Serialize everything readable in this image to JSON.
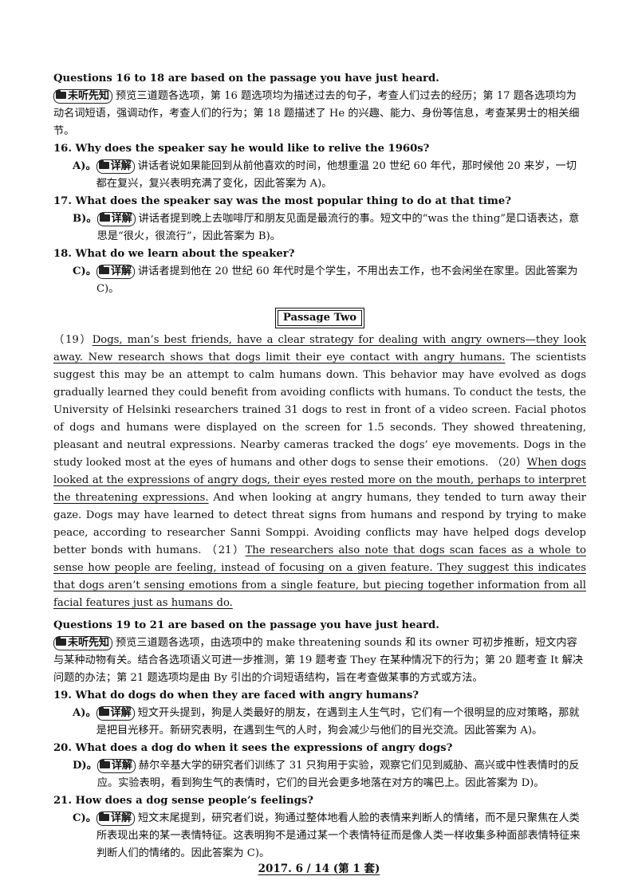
{
  "section1": {
    "heading": "Questions 16 to 18 are based on the passage you have just heard.",
    "preview_tag": "未听先知",
    "preview_text": "预览三道题各选项，第 16 题选项均为描述过去的句子，考查人们过去的经历；第 17 题各选项均为动名词短语，强调动作，考查人们的行为；第 18 题描述了 He 的兴趣、能力、身份等信息，考查某男士的相关细节。",
    "questions": [
      {
        "q": "16.  Why does the speaker say he would like to relive the 1960s?",
        "letter": "A)。",
        "tag": "详解",
        "text": "讲话者说如果能回到从前他喜欢的时间，他想重温 20 世纪 60 年代，那时候他 20 来岁，一切都在复兴，复兴表明充满了变化，因此答案为 A)。"
      },
      {
        "q": "17.  What does the speaker say was the most popular thing to do at that time?",
        "letter": "B)。",
        "tag": "详解",
        "text": "讲话者提到晚上去咖啡厅和朋友见面是最流行的事。短文中的“was the thing”是口语表达，意思是“很火，很流行”，因此答案为 B)。"
      },
      {
        "q": "18.  What do we learn about the speaker?",
        "letter": "C)。",
        "tag": "详解",
        "text": "讲话者提到他在 20 世纪 60 年代时是个学生，不用出去工作，也不会闲坐在家里。因此答案为 C)。"
      }
    ]
  },
  "passage": {
    "title": "Passage Two",
    "p1": "（19）",
    "u1": "Dogs, man’s best friends, have a clear strategy for dealing with angry owners—they look away. New research shows that dogs limit their eye contact with angry humans.",
    "p2": " The scientists suggest this may be an attempt to calm humans down. This behavior may have evolved as dogs gradually learned they could benefit from avoiding conflicts with humans. To conduct the tests, the University of Helsinki researchers trained 31 dogs to rest in front of a video screen. Facial photos of dogs and humans were displayed on the screen for 1.5 seconds. They showed threatening, pleasant and neutral expressions. Nearby cameras tracked the dogs’ eye movements. Dogs in the study looked most at the eyes of humans and other dogs to sense their emotions. （20）",
    "u2": "When dogs looked at the expressions of angry dogs, their eyes rested more on the mouth, perhaps to interpret the threatening expressions.",
    "p3": " And when looking at angry humans, they tended to turn away their gaze. Dogs may have learned to detect threat signs from humans and respond by trying to make peace, according to researcher Sanni Somppi. Avoiding conflicts may have helped dogs develop better bonds with humans. （21）",
    "u3": "The researchers also note that dogs scan faces as a whole to sense how people are feeling, instead of focusing on a given feature. They suggest this indicates that dogs aren’t sensing emotions from a single feature, but piecing together information from all facial features just as humans do."
  },
  "section2": {
    "heading": "Questions 19 to 21 are based on the passage you have just heard.",
    "preview_tag": "未听先知",
    "preview_text": "预览三道题各选项，由选项中的 make threatening sounds 和 its owner 可初步推断，短文内容与某种动物有关。结合各选项语义可进一步推测，第 19 题考查 They 在某种情况下的行为；第 20 题考查 It 解决问题的办法；第 21 题选项均是由 By 引出的介词短语结构，旨在考查做某事的方式或方法。",
    "questions": [
      {
        "q": "19.  What do dogs do when they are faced with angry humans?",
        "letter": "A)。",
        "tag": "详解",
        "text": "短文开头提到，狗是人类最好的朋友，在遇到主人生气时，它们有一个很明显的应对策略，那就是把目光移开。新研究表明，在遇到生气的人时，狗会减少与他们的目光交流。因此答案为 A)。"
      },
      {
        "q": "20.  What does a dog do when it sees the expressions of angry dogs?",
        "letter": "D)。",
        "tag": "详解",
        "text": "赫尔辛基大学的研究者们训练了 31 只狗用于实验，观察它们见到威胁、高兴或中性表情时的反应。实验表明，看到狗生气的表情时，它们的目光会更多地落在对方的嘴巴上。因此答案为 D)。"
      },
      {
        "q": "21.  How does a dog sense people’s feelings?",
        "letter": "C)。",
        "tag": "详解",
        "text": "短文末尾提到，研究者们说，狗通过整体地看人脸的表情来判断人的情绪，而不是只聚焦在人类所表现出来的某一表情特征。这表明狗不是通过某一个表情特征而是像人类一样收集多种面部表情特征来判断人们的情绪的。因此答案为 C)。"
      }
    ]
  },
  "footer": "2017. 6 / 14 (第 1 套)"
}
